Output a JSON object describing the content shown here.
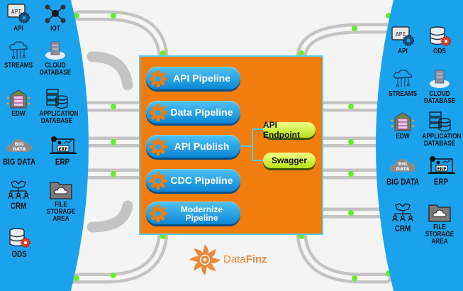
{
  "colors": {
    "panel": "#1aa3ec",
    "hub": "#f07d0c",
    "pipeline_button": "#1a9ae4",
    "output_button": "#d6f230",
    "connector_dot": "#66ee22",
    "brand": "#ec8a3c"
  },
  "left_sources": [
    {
      "label": "API",
      "icon": "api-gear-icon"
    },
    {
      "label": "IOT",
      "icon": "iot-network-icon"
    },
    {
      "label": "STREAMS",
      "icon": "cloud-streams-icon"
    },
    {
      "label": "CLOUD DATABASE",
      "icon": "cloud-database-icon"
    },
    {
      "label": "EDW",
      "icon": "warehouse-icon"
    },
    {
      "label": "APPLICATION DATABASE",
      "icon": "app-database-icon"
    },
    {
      "label": "BIG DATA",
      "icon": "big-data-cloud-icon",
      "icon_text": "BIG DATA"
    },
    {
      "label": "ERP",
      "icon": "erp-monitor-icon",
      "icon_text": "ERP"
    },
    {
      "label": "CRM",
      "icon": "handshake-org-icon"
    },
    {
      "label": "FILE STORAGE AREA",
      "icon": "cloud-folder-icon"
    },
    {
      "label": "ODS",
      "icon": "database-gear-icon"
    }
  ],
  "right_targets": [
    {
      "label": "API",
      "icon": "api-gear-icon"
    },
    {
      "label": "ODS",
      "icon": "database-gear-icon"
    },
    {
      "label": "STREAMS",
      "icon": "cloud-streams-icon"
    },
    {
      "label": "CLOUD DATABASE",
      "icon": "cloud-database-icon"
    },
    {
      "label": "EDW",
      "icon": "warehouse-icon"
    },
    {
      "label": "APPLICATION DATABASE",
      "icon": "app-database-icon"
    },
    {
      "label": "BIG DATA",
      "icon": "big-data-cloud-icon",
      "icon_text": "BIG DATA"
    },
    {
      "label": "ERP",
      "icon": "erp-monitor-icon",
      "icon_text": "ERP"
    },
    {
      "label": "CRM",
      "icon": "handshake-org-icon"
    },
    {
      "label": "FILE STORAGE AREA",
      "icon": "cloud-folder-icon"
    }
  ],
  "hub": {
    "pipelines": [
      {
        "label": "API Pipeline"
      },
      {
        "label": "Data Pipeline"
      },
      {
        "label": "API Publish"
      },
      {
        "label": "CDC Pipeline"
      },
      {
        "label": "Modernize Pipeline"
      }
    ],
    "publish_outputs": [
      {
        "label": "API Endpoint"
      },
      {
        "label": "Swagger"
      }
    ]
  },
  "brand": {
    "name_light": "Data",
    "name_bold": "Finz"
  }
}
